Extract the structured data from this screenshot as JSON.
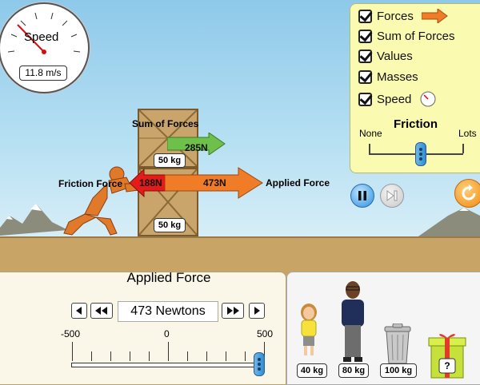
{
  "speedometer": {
    "title": "Speed",
    "readout": "11.8 m/s"
  },
  "controls": {
    "checkboxes": [
      {
        "label": "Forces",
        "checked": true
      },
      {
        "label": "Sum of Forces",
        "checked": true
      },
      {
        "label": "Values",
        "checked": true
      },
      {
        "label": "Masses",
        "checked": true
      },
      {
        "label": "Speed",
        "checked": true
      }
    ],
    "friction": {
      "title": "Friction",
      "min_label": "None",
      "max_label": "Lots",
      "level": 0.55
    }
  },
  "scene": {
    "sum_of_forces_label": "Sum of Forces",
    "sum_of_forces_value": "285N",
    "friction_label": "Friction Force",
    "friction_value": "188N",
    "applied_label": "Applied Force",
    "applied_value": "473N",
    "top_crate_mass": "50 kg",
    "bottom_crate_mass": "50 kg"
  },
  "applied_force_panel": {
    "title": "Applied Force",
    "value": "473 Newtons",
    "min_label": "-500",
    "mid_label": "0",
    "max_label": "500",
    "slider_value": 473
  },
  "objects": [
    {
      "label": "40 kg",
      "icon": "girl-icon"
    },
    {
      "label": "80 kg",
      "icon": "man-icon"
    },
    {
      "label": "100 kg",
      "icon": "trash-can-icon"
    },
    {
      "label": "?",
      "icon": "mystery-gift-icon"
    }
  ],
  "colors": {
    "sum_arrow": "#6fc04a",
    "friction_arrow": "#e31b1b",
    "applied_arrow": "#f07c28",
    "panel": "#fafab0"
  }
}
